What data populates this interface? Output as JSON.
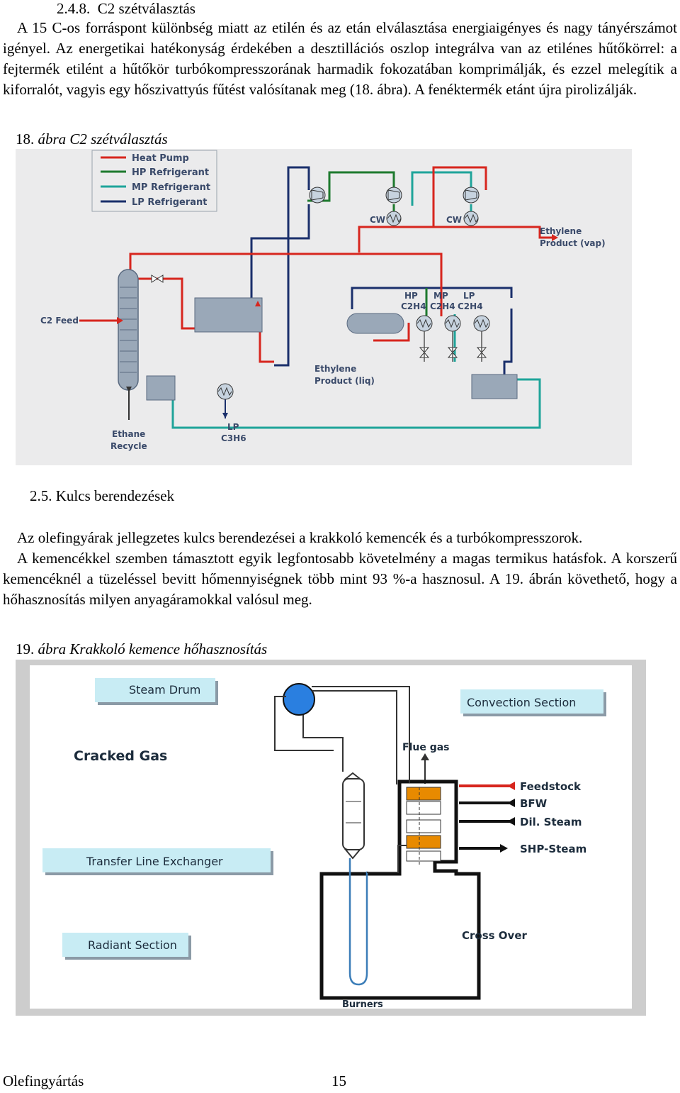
{
  "section1": {
    "number": "2.4.8.",
    "title": "C2 szétválasztás",
    "paragraph": "A 15 C-os forráspont különbség miatt az etilén és az etán elválasztása energiaigényes és nagy tányérszámot igényel. Az energetikai hatékonyság érdekében a desztillációs oszlop integrálva van az etilénes hűtőkörrel: a fejtermék etilént a hűtőkör turbókompresszorának harmadik fokozatában komprimálják, és ezzel melegítik a kiforralót, vagyis egy hőszivattyús fűtést valósítanak meg (18. ábra). A fenéktermék etánt újra pirolizálják."
  },
  "figure18": {
    "caption_number": "18.",
    "caption_title": "ábra C2 szétválasztás",
    "legend": [
      {
        "label": "Heat Pump",
        "color": "#d7261e"
      },
      {
        "label": "HP Refrigerant",
        "color": "#1e7a2e"
      },
      {
        "label": "MP Refrigerant",
        "color": "#1fa49a"
      },
      {
        "label": "LP Refrigerant",
        "color": "#1a2f6b"
      }
    ],
    "labels": {
      "cw1": "CW",
      "cw2": "CW",
      "ethylene_vap_1": "Ethylene",
      "ethylene_vap_2": "Product (vap)",
      "c2_feed": "C2 Feed",
      "hp_1": "HP",
      "hp_2": "C2H4",
      "mp_1": "MP",
      "mp_2": "C2H4",
      "lp_1": "LP",
      "lp_2": "C2H4",
      "ethylene_liq_1": "Ethylene",
      "ethylene_liq_2": "Product (liq)",
      "ethane_1": "Ethane",
      "ethane_2": "Recycle",
      "lp_c3_1": "LP",
      "lp_c3_2": "C3H6"
    }
  },
  "section2": {
    "number": "2.5.",
    "title": "Kulcs berendezések",
    "paragraph1": "Az olefingyárak jellegzetes kulcs berendezései a krakkoló kemencék és a turbókompresszorok.",
    "paragraph2": "A kemencékkel szemben támasztott egyik legfontosabb követelmény a magas termikus hatásfok. A korszerű kemencéknél a tüzeléssel bevitt hőmennyiségnek több mint 93 %-a hasznosul. A 19. ábrán követhető, hogy a hőhasznosítás milyen anyagáramokkal valósul meg."
  },
  "figure19": {
    "caption_number": "19.",
    "caption_title": "ábra Krakkoló kemence hőhasznosítás",
    "labels": {
      "steam_drum": "Steam Drum",
      "convection_section": "Convection Section",
      "cracked_gas": "Cracked Gas",
      "flue_gas": "Flue gas",
      "feedstock": "Feedstock",
      "bfw": "BFW",
      "dil_steam": "Dil. Steam",
      "shp_steam": "SHP-Steam",
      "transfer_line_exchanger": "Transfer Line Exchanger",
      "radiant_section": "Radiant Section",
      "cross_over": "Cross Over",
      "burners": "Burners"
    }
  },
  "footer": {
    "title": "Olefingyártás",
    "page_number": "15"
  }
}
